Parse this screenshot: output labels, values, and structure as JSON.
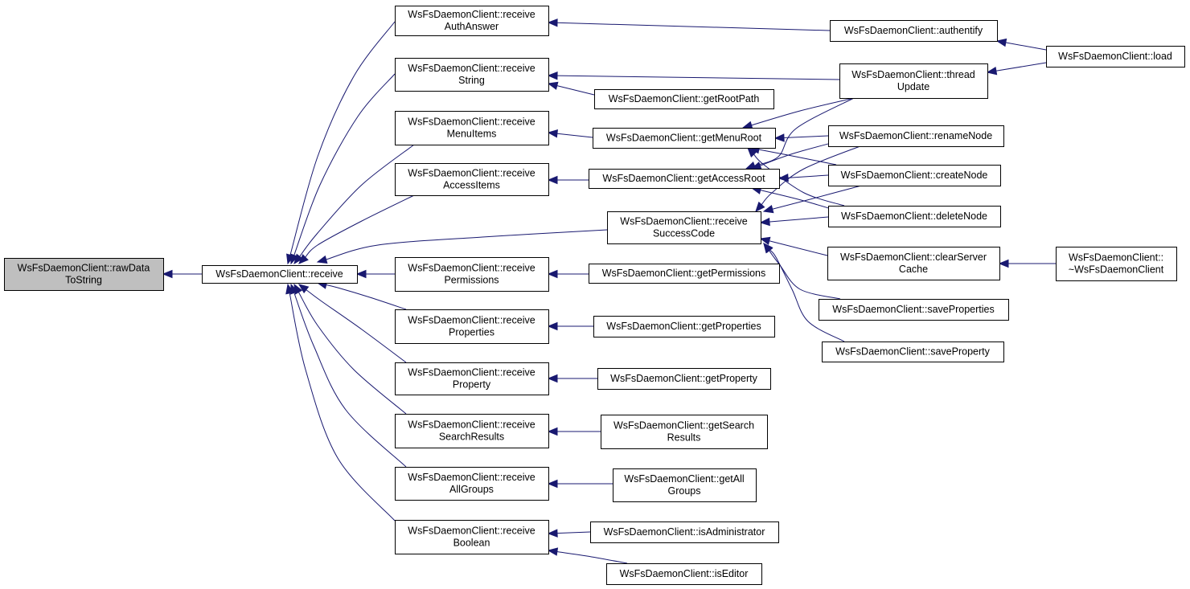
{
  "graph": {
    "colors": {
      "edge": "#191970",
      "node_fill": "#ffffff",
      "root_fill": "#bfbfbf",
      "border": "#000000"
    },
    "nodes": [
      {
        "id": "rawData",
        "lines": [
          "WsFsDaemonClient::rawData",
          "ToString"
        ],
        "root": true
      },
      {
        "id": "receive",
        "lines": [
          "WsFsDaemonClient::receive"
        ]
      },
      {
        "id": "rAuth",
        "lines": [
          "WsFsDaemonClient::receive",
          "AuthAnswer"
        ]
      },
      {
        "id": "rString",
        "lines": [
          "WsFsDaemonClient::receive",
          "String"
        ]
      },
      {
        "id": "rMenu",
        "lines": [
          "WsFsDaemonClient::receive",
          "MenuItems"
        ]
      },
      {
        "id": "rAccess",
        "lines": [
          "WsFsDaemonClient::receive",
          "AccessItems"
        ]
      },
      {
        "id": "rPerm",
        "lines": [
          "WsFsDaemonClient::receive",
          "Permissions"
        ]
      },
      {
        "id": "rProps",
        "lines": [
          "WsFsDaemonClient::receive",
          "Properties"
        ]
      },
      {
        "id": "rProp",
        "lines": [
          "WsFsDaemonClient::receive",
          "Property"
        ]
      },
      {
        "id": "rSearch",
        "lines": [
          "WsFsDaemonClient::receive",
          "SearchResults"
        ]
      },
      {
        "id": "rGroups",
        "lines": [
          "WsFsDaemonClient::receive",
          "AllGroups"
        ]
      },
      {
        "id": "rBool",
        "lines": [
          "WsFsDaemonClient::receive",
          "Boolean"
        ]
      },
      {
        "id": "rSuccess",
        "lines": [
          "WsFsDaemonClient::receive",
          "SuccessCode"
        ]
      },
      {
        "id": "getRootPath",
        "lines": [
          "WsFsDaemonClient::getRootPath"
        ]
      },
      {
        "id": "getMenuRoot",
        "lines": [
          "WsFsDaemonClient::getMenuRoot"
        ]
      },
      {
        "id": "getAccessRoot",
        "lines": [
          "WsFsDaemonClient::getAccessRoot"
        ]
      },
      {
        "id": "getPerm",
        "lines": [
          "WsFsDaemonClient::getPermissions"
        ]
      },
      {
        "id": "getProps",
        "lines": [
          "WsFsDaemonClient::getProperties"
        ]
      },
      {
        "id": "getProp",
        "lines": [
          "WsFsDaemonClient::getProperty"
        ]
      },
      {
        "id": "getSearch",
        "lines": [
          "WsFsDaemonClient::getSearch",
          "Results"
        ]
      },
      {
        "id": "getAll",
        "lines": [
          "WsFsDaemonClient::getAll",
          "Groups"
        ]
      },
      {
        "id": "isAdmin",
        "lines": [
          "WsFsDaemonClient::isAdministrator"
        ]
      },
      {
        "id": "isEditor",
        "lines": [
          "WsFsDaemonClient::isEditor"
        ]
      },
      {
        "id": "authentify",
        "lines": [
          "WsFsDaemonClient::authentify"
        ]
      },
      {
        "id": "threadUpd",
        "lines": [
          "WsFsDaemonClient::thread",
          "Update"
        ]
      },
      {
        "id": "renameNode",
        "lines": [
          "WsFsDaemonClient::renameNode"
        ]
      },
      {
        "id": "createNode",
        "lines": [
          "WsFsDaemonClient::createNode"
        ]
      },
      {
        "id": "deleteNode",
        "lines": [
          "WsFsDaemonClient::deleteNode"
        ]
      },
      {
        "id": "clearCache",
        "lines": [
          "WsFsDaemonClient::clearServer",
          "Cache"
        ]
      },
      {
        "id": "saveProps",
        "lines": [
          "WsFsDaemonClient::saveProperties"
        ]
      },
      {
        "id": "saveProp",
        "lines": [
          "WsFsDaemonClient::saveProperty"
        ]
      },
      {
        "id": "load",
        "lines": [
          "WsFsDaemonClient::load"
        ]
      },
      {
        "id": "destructor",
        "lines": [
          "WsFsDaemonClient::",
          "~WsFsDaemonClient"
        ]
      }
    ],
    "edges": [
      {
        "from": "receive",
        "to": "rawData"
      },
      {
        "from": "rAuth",
        "to": "receive"
      },
      {
        "from": "rString",
        "to": "receive"
      },
      {
        "from": "rMenu",
        "to": "receive"
      },
      {
        "from": "rAccess",
        "to": "receive"
      },
      {
        "from": "rSuccess",
        "to": "receive"
      },
      {
        "from": "rPerm",
        "to": "receive"
      },
      {
        "from": "rProps",
        "to": "receive"
      },
      {
        "from": "rProp",
        "to": "receive"
      },
      {
        "from": "rSearch",
        "to": "receive"
      },
      {
        "from": "rGroups",
        "to": "receive"
      },
      {
        "from": "rBool",
        "to": "receive"
      },
      {
        "from": "authentify",
        "to": "rAuth"
      },
      {
        "from": "load",
        "to": "authentify"
      },
      {
        "from": "threadUpd",
        "to": "rString"
      },
      {
        "from": "getRootPath",
        "to": "rString"
      },
      {
        "from": "load",
        "to": "threadUpd"
      },
      {
        "from": "getMenuRoot",
        "to": "rMenu"
      },
      {
        "from": "threadUpd",
        "to": "getMenuRoot"
      },
      {
        "from": "renameNode",
        "to": "getMenuRoot"
      },
      {
        "from": "createNode",
        "to": "getMenuRoot"
      },
      {
        "from": "deleteNode",
        "to": "getMenuRoot"
      },
      {
        "from": "getAccessRoot",
        "to": "rAccess"
      },
      {
        "from": "threadUpd",
        "to": "getAccessRoot"
      },
      {
        "from": "renameNode",
        "to": "getAccessRoot"
      },
      {
        "from": "createNode",
        "to": "getAccessRoot"
      },
      {
        "from": "deleteNode",
        "to": "getAccessRoot"
      },
      {
        "from": "renameNode",
        "to": "rSuccess"
      },
      {
        "from": "createNode",
        "to": "rSuccess"
      },
      {
        "from": "deleteNode",
        "to": "rSuccess"
      },
      {
        "from": "clearCache",
        "to": "rSuccess"
      },
      {
        "from": "saveProps",
        "to": "rSuccess"
      },
      {
        "from": "saveProp",
        "to": "rSuccess"
      },
      {
        "from": "destructor",
        "to": "clearCache"
      },
      {
        "from": "getPerm",
        "to": "rPerm"
      },
      {
        "from": "getProps",
        "to": "rProps"
      },
      {
        "from": "getProp",
        "to": "rProp"
      },
      {
        "from": "getSearch",
        "to": "rSearch"
      },
      {
        "from": "getAll",
        "to": "rGroups"
      },
      {
        "from": "isAdmin",
        "to": "rBool"
      },
      {
        "from": "isEditor",
        "to": "rBool"
      }
    ]
  }
}
